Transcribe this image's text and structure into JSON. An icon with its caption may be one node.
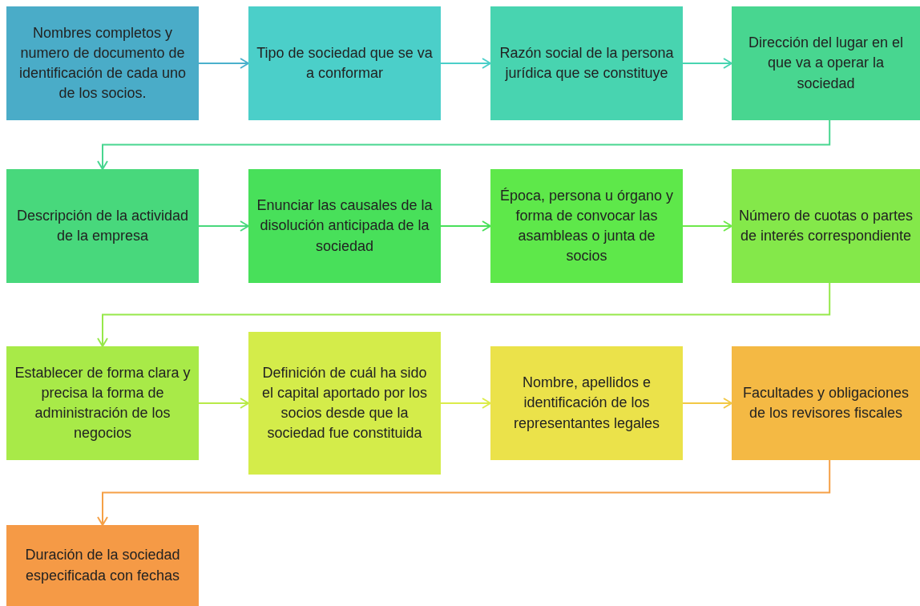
{
  "diagram": {
    "nodes": [
      {
        "text": [
          "Nombres completos y numero de documento de identificación de cada uno de los socios."
        ]
      },
      {
        "text": [
          "Tipo de sociedad que se va a conformar"
        ]
      },
      {
        "text": [
          "Razón social de la persona jurídica que se constituye"
        ]
      },
      {
        "text": [
          "Dirección del lugar en el que va a operar la sociedad"
        ]
      },
      {
        "text": [
          "Descripción de la actividad de  la empresa"
        ]
      },
      {
        "text": [
          "Enunciar las causales de la disolución anticipada de la sociedad"
        ]
      },
      {
        "text": [
          "Época, persona u órgano y forma de convocar las asambleas o junta de socios"
        ]
      },
      {
        "text": [
          "Número de cuotas o partes de interés correspondiente"
        ]
      },
      {
        "text": [
          "Establecer de forma clara y precisa la forma de administración de los negocios"
        ]
      },
      {
        "text": [
          "Definición de cuál ha sido el capital aportado por los socios desde que la sociedad fue constituida"
        ]
      },
      {
        "text": [
          "Nombre, apellidos e identificación de los representantes legales"
        ]
      },
      {
        "text": [
          "Facultades y obligaciones de los revisores fiscales"
        ]
      },
      {
        "text": [
          "Duración de la sociedad especificada con fechas"
        ]
      }
    ],
    "edges": [
      {
        "from": 0,
        "to": 1,
        "arrow": "to",
        "color": "#4ab0cc"
      },
      {
        "from": 1,
        "to": 2,
        "arrow": "to",
        "color": "#4bcfc9"
      },
      {
        "from": 2,
        "to": 3,
        "arrow": "to",
        "color": "#48d4b0"
      },
      {
        "from": 3,
        "to": 4,
        "arrow": "to",
        "color": "#48d690"
      },
      {
        "from": 4,
        "to": 5,
        "arrow": "to",
        "color": "#48d87c"
      },
      {
        "from": 5,
        "to": 6,
        "arrow": "to",
        "color": "#48e05a"
      },
      {
        "from": 6,
        "to": 7,
        "arrow": "to",
        "color": "#6ee84a"
      },
      {
        "from": 7,
        "to": 8,
        "arrow": "to",
        "color": "#96e84a"
      },
      {
        "from": 8,
        "to": 9,
        "arrow": "to",
        "color": "#b8ea48"
      },
      {
        "from": 9,
        "to": 10,
        "arrow": "to",
        "color": "#dcec4a"
      },
      {
        "from": 10,
        "to": 11,
        "arrow": "to",
        "color": "#f2c844"
      },
      {
        "from": 11,
        "to": 12,
        "arrow": "to",
        "color": "#f5a046"
      }
    ]
  }
}
